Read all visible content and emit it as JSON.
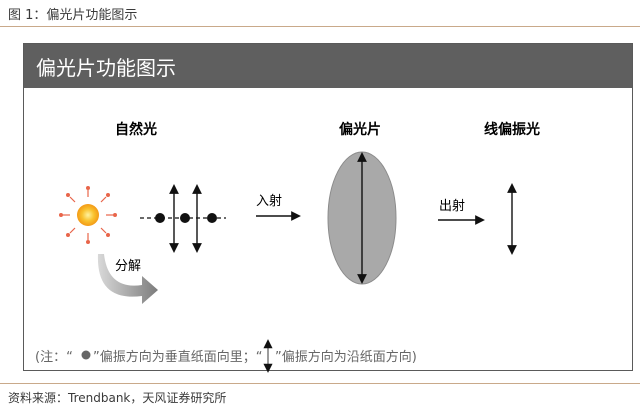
{
  "caption": "图 1：偏光片功能图示",
  "panel": {
    "title": "偏光片功能图示",
    "labels": {
      "natural": "自然光",
      "polarizer": "偏光片",
      "linear": "线偏振光",
      "decompose": "分解",
      "incident": "入射",
      "exit": "出射"
    },
    "note": {
      "prefix": "(注：“",
      "part1": "”偏振方向为垂直纸面向里；“",
      "part2": "”偏振方向为沿纸面方向)"
    }
  },
  "source": "资料来源：Trendbank，天风证券研究所",
  "colors": {
    "accent": "#c9a98a",
    "header": "#5f5f5f",
    "lens": "#a9a9a9",
    "sun": "#f5b324",
    "sunray": "#e8654a"
  }
}
